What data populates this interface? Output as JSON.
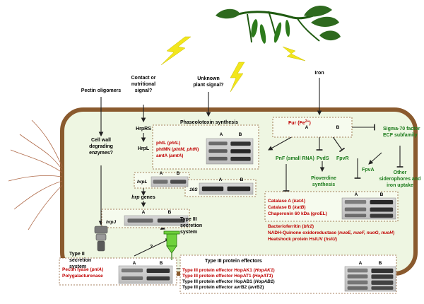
{
  "signals": {
    "pectin_oligomers": "Pectin oligomers",
    "contact_1": "Contact or",
    "contact_2": "nutritional",
    "contact_3": "signal?",
    "unknown_1": "Unknown",
    "unknown_2": "plant signal?",
    "iron": "Iron"
  },
  "pathway": {
    "hrprs": "HrpRS",
    "hrpl": "HrpL",
    "hrp_genes_it": "hrp",
    "hrp_genes_rest": " genes",
    "cwde_1": "Cell wall",
    "cwde_2": "degrading",
    "cwde_3": "enzymes?",
    "phaseolotoxin": "Phaseolotoxin synthesis",
    "type3_1": "Type III",
    "type3_2": "secretion",
    "type3_3": "system",
    "type2_1": "Type II",
    "type2_2": "secretion",
    "type2_3": "system",
    "question": "?",
    "effectors_header": "Type III  protein effectors"
  },
  "fur_box": {
    "fur": "Fur (Fe",
    "fur_sup": "2+",
    "fur_end": ")",
    "pnf": "PnF (small RNA)",
    "pvds": "PvdS",
    "fpvr": "FpvR",
    "fpva": "FpvA",
    "pyoverdine_1": "Pioverdine",
    "pyoverdine_2": "synthesis",
    "sigma_1": "Sigma-70 factor",
    "sigma_2": "ECF subfamily",
    "other_1": "Other",
    "other_2": "siderophores and",
    "other_3": "iron uptake"
  },
  "genes_phaseolotoxin": [
    {
      "text": "phtL (",
      "it": "phtL",
      "end": ")"
    },
    {
      "text": "phtMN (",
      "it": "phtM, phtN",
      "end": ")"
    },
    {
      "text": "amtA (",
      "it": "amtA",
      "end": ")"
    }
  ],
  "genes_stress": [
    {
      "text": "Catalase A (",
      "it": "katA",
      "end": ")"
    },
    {
      "text": "Catalase B (",
      "it": "katB",
      "end": ")"
    },
    {
      "text": "Chaperonin 60 kDa (groEL)",
      "it": "",
      "end": ""
    }
  ],
  "genes_other": [
    {
      "text": "Bacterioferritin (",
      "it": "bfr2",
      "end": ")"
    },
    {
      "text": "NADH-Quinone oxidoreductase (",
      "it": "nuoE, nuoF, nuoG, nuoH",
      "end": ")"
    },
    {
      "text": "Heatshock protein HslUV (",
      "it": "hslU",
      "end": ")"
    }
  ],
  "effectors": [
    {
      "text": "Type III protein effector HopAK1 (",
      "it": "HopAK1",
      "end": ")",
      "red": true
    },
    {
      "text": "Type III protein effector HopAT1 (",
      "it": "HopAT1",
      "end": ")",
      "red": true
    },
    {
      "text": "Type III protein effector HopAB1 (",
      "it": "HopAB1",
      "end": ")",
      "red": false
    },
    {
      "text": "Type III protein effector avrB2 (avrB2)",
      "it": "",
      "end": "",
      "red": false
    }
  ],
  "pectin_enzymes": [
    {
      "text": "Pectin lyase (",
      "it": "pnlA",
      "end": ")"
    },
    {
      "text": "Polygalacturonase",
      "it": "",
      "end": ""
    }
  ],
  "gel_labels": {
    "lane_a": "A",
    "lane_b": "B",
    "hrpl": "hrpL",
    "hrpj": "hrpJ",
    "s16": "16S"
  },
  "colors": {
    "red": "#c00000",
    "green": "#1a7a1a",
    "membrane": "#8a5a2e",
    "cytoplasm": "#eef6e2"
  }
}
